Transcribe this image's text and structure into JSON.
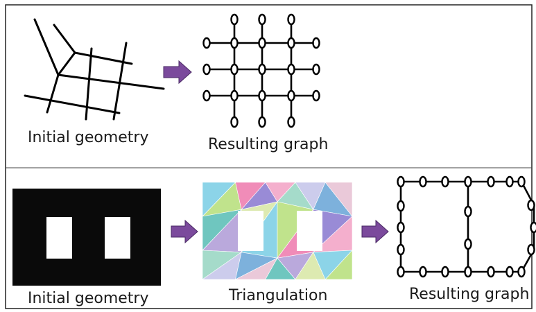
{
  "top_row": {
    "initial_geometry_label": "Initial geometry",
    "resulting_graph_label": "Resulting graph"
  },
  "bottom_row": {
    "initial_geometry_label": "Initial geometry",
    "triangulation_label": "Triangulation",
    "resulting_graph_label": "Resulting graph"
  },
  "arrow_color": "#7b4a9c",
  "triangulation_colors": [
    "#7fcfe6",
    "#b9e07f",
    "#ee7fb0",
    "#8e7ed1",
    "#f3a6c8",
    "#9bd7c4",
    "#c7c7ea",
    "#6fa9d8",
    "#e8c3d5",
    "#5fc0b8",
    "#b3a0d8",
    "#d9e8a8"
  ]
}
